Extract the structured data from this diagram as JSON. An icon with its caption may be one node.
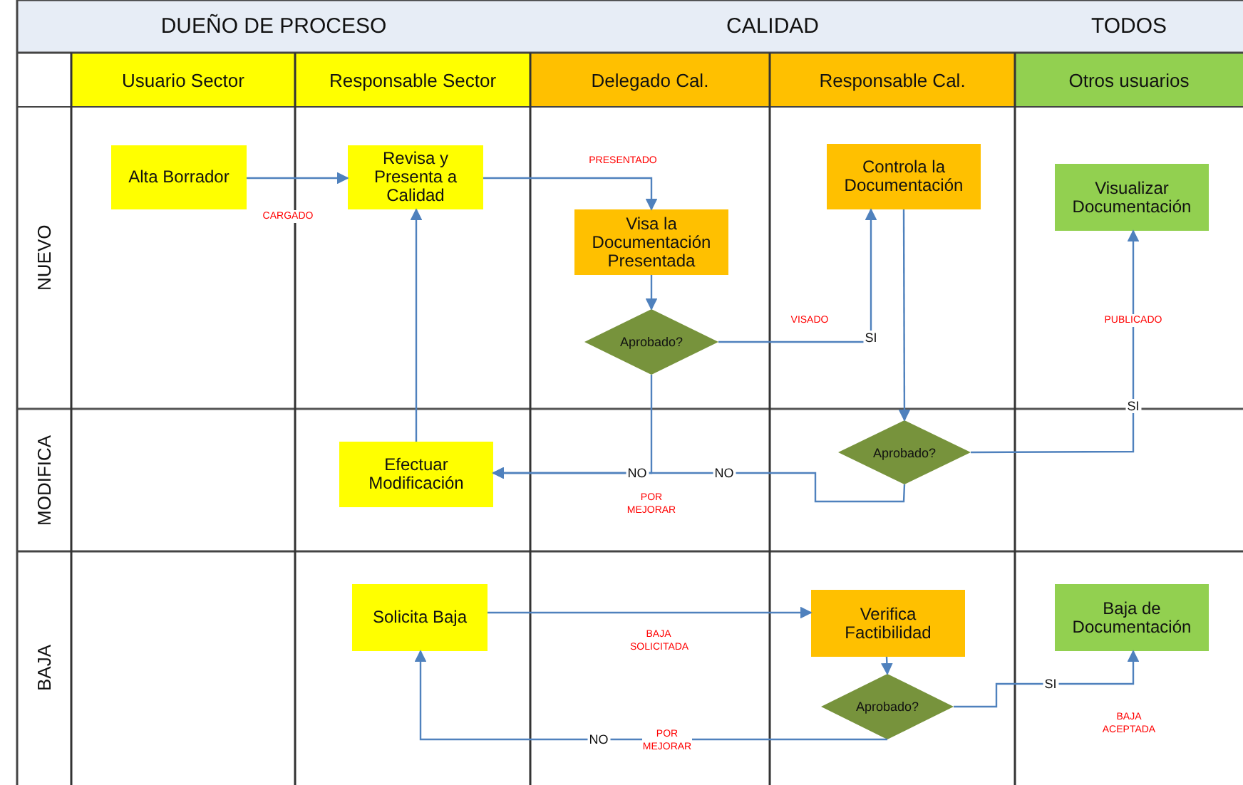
{
  "diagram": {
    "nodes": [
      {
        "text": [
          "DUEÑO DE PROCESO"
        ]
      },
      {
        "text": [
          "CALIDAD"
        ]
      },
      {
        "text": [
          "TODOS"
        ]
      },
      {
        "text": [
          "Usuario Sector"
        ]
      },
      {
        "text": [
          "Responsable Sector"
        ]
      },
      {
        "text": [
          "Delegado Cal."
        ]
      },
      {
        "text": [
          "Responsable Cal."
        ]
      },
      {
        "text": [
          "Otros usuarios"
        ]
      },
      {
        "text": [
          "NUEVO"
        ]
      },
      {
        "text": [
          "MODIFICA"
        ]
      },
      {
        "text": [
          "BAJA"
        ]
      },
      {
        "text": [
          "Alta Borrador"
        ]
      },
      {
        "text": [
          "Revisa y Presenta a Calidad"
        ]
      },
      {
        "text": [
          "Controla la Documentación"
        ]
      },
      {
        "text": [
          "Visualizar Documentación"
        ]
      },
      {
        "text": [
          "Visa la Documentación Presentada"
        ]
      },
      {
        "text": [
          "Aprobado?"
        ]
      },
      {
        "text": [
          "Efectuar Modificación"
        ]
      },
      {
        "text": [
          "Aprobado?"
        ]
      },
      {
        "text": [
          "Solicita Baja"
        ]
      },
      {
        "text": [
          "Verifica Factibilidad"
        ]
      },
      {
        "text": [
          "Baja de Documentación"
        ]
      },
      {
        "text": [
          "Aprobado?"
        ]
      }
    ],
    "edges": [
      {
        "from": 11,
        "to": 12,
        "arrow": "to"
      },
      {
        "from": 12,
        "to": 15,
        "arrow": "to"
      },
      {
        "from": 15,
        "to": 16,
        "arrow": "to"
      },
      {
        "from": 16,
        "to": 13,
        "arrow": "to",
        "label": "SI"
      },
      {
        "from": 16,
        "to": 17,
        "arrow": "to",
        "label": "NO"
      },
      {
        "from": 13,
        "to": 18,
        "arrow": "to"
      },
      {
        "from": 18,
        "to": 17,
        "arrow": "to",
        "label": "NO"
      },
      {
        "from": 18,
        "to": 14,
        "arrow": "to",
        "label": "SI"
      },
      {
        "from": 17,
        "to": 12,
        "arrow": "to"
      },
      {
        "from": 19,
        "to": 20,
        "arrow": "to"
      },
      {
        "from": 20,
        "to": 22,
        "arrow": "to"
      },
      {
        "from": 22,
        "to": 21,
        "arrow": "to",
        "label": "SI"
      },
      {
        "from": 22,
        "to": 19,
        "arrow": "to",
        "label": "NO"
      }
    ],
    "labels": [
      "PRESENTADO",
      "CARGADO",
      "VISADO",
      "PUBLICADO",
      "POR MEJORAR",
      "BAJA SOLICITADA",
      "BAJA ACEPTADA",
      "POR MEJORAR"
    ]
  }
}
